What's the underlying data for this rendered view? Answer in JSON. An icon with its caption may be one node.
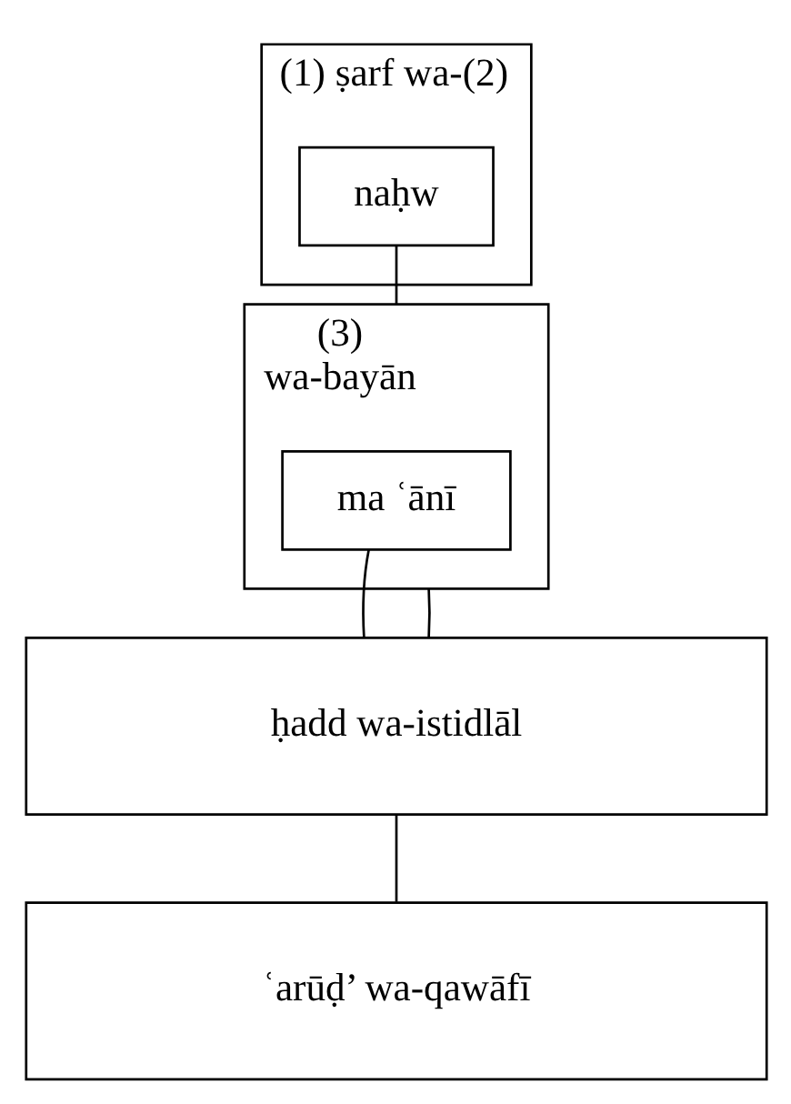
{
  "diagram": {
    "nodes": [
      {
        "text": [
          "(1) ṣarf wa-(2)"
        ]
      },
      {
        "text": [
          "naḥw"
        ],
        "in": 0
      },
      {
        "text": [
          "(3)",
          "wa-bayān"
        ]
      },
      {
        "text": [
          "ma ʿānī"
        ],
        "in": 2
      },
      {
        "text": [
          "ḥadd wa-istidlāl"
        ]
      },
      {
        "text": [
          "ʿarūḍ’ wa-qawāfī"
        ]
      }
    ],
    "edges": [
      {
        "from": 1,
        "to": 2,
        "arrow": "none"
      },
      {
        "from": 3,
        "to": 4,
        "arrow": "none"
      },
      {
        "from": 2,
        "to": 4,
        "arrow": "none"
      },
      {
        "from": 4,
        "to": 5,
        "arrow": "none"
      }
    ]
  }
}
